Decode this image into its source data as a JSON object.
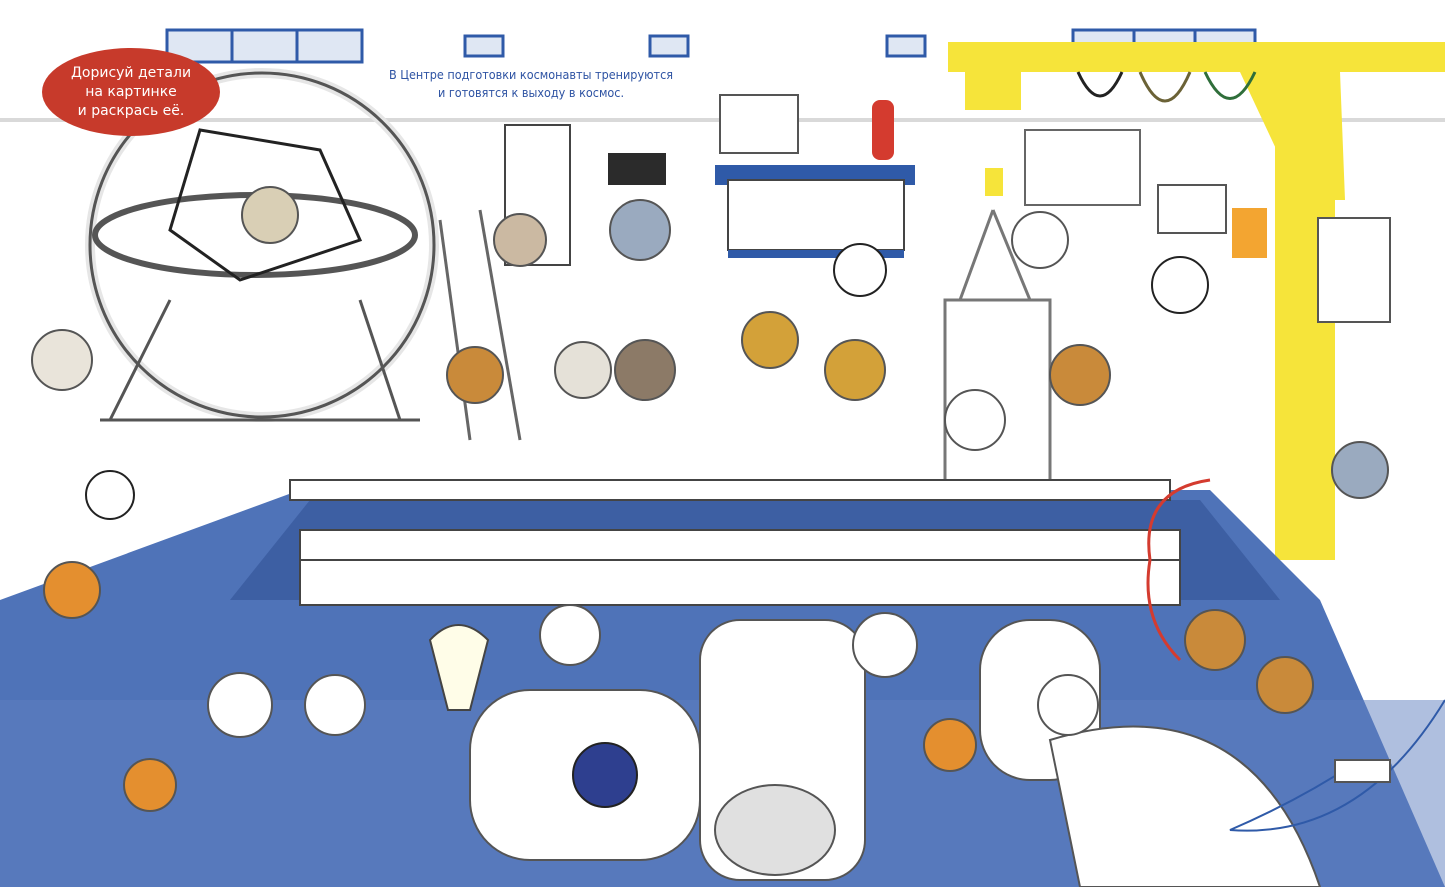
{
  "badge": {
    "lines": [
      "Дорисуй детали",
      "на картинке",
      "и раскрась её."
    ]
  },
  "caption": {
    "lines": [
      "В Центре подготовки космонавты тренируются",
      "и готовятся к выходу в космос."
    ]
  },
  "colors": {
    "badge_red": "#c73a2b",
    "caption_blue": "#2e53a3",
    "pool_blue": "#4f73b8",
    "pool_dark": "#3d5fa3",
    "crane_yellow": "#f6e43a",
    "window_blue": "#2f5aa8"
  }
}
